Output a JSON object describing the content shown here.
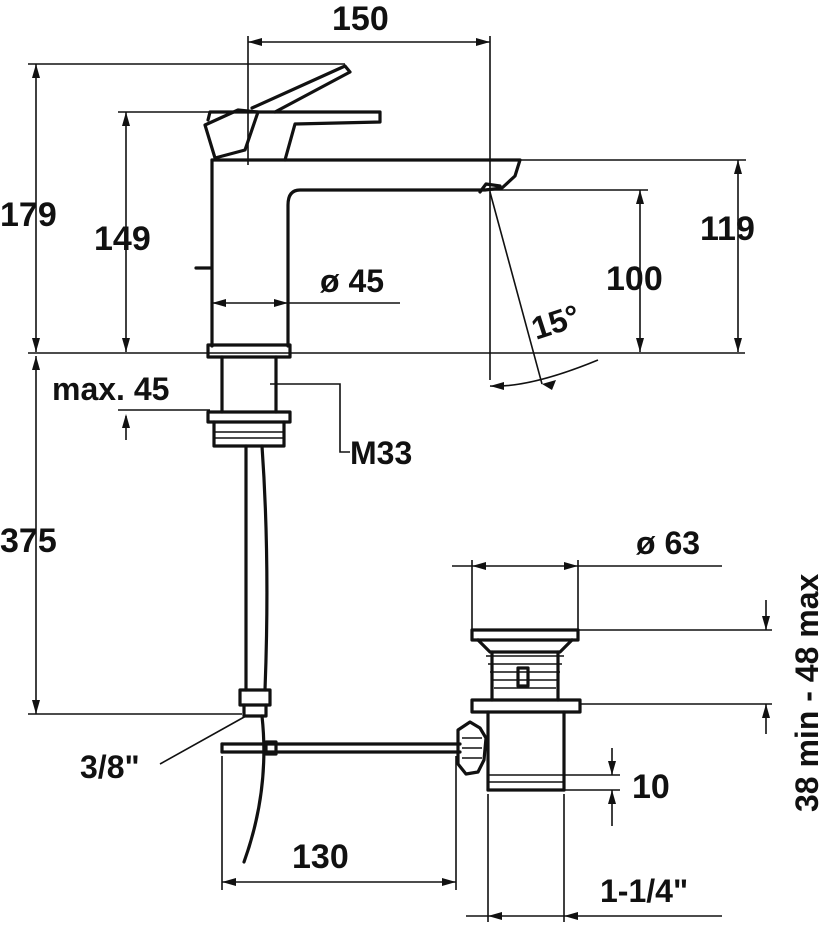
{
  "labels": {
    "width_150": "150",
    "height_179": "179",
    "height_149": "149",
    "height_119": "119",
    "height_100": "100",
    "angle_15": "15°",
    "dia_45": "ø 45",
    "max_45": "max. 45",
    "thread_m33": "M33",
    "length_375": "375",
    "hose_3_8": "3/8\"",
    "dia_63": "ø 63",
    "range_38_48": "38 min - 48 max",
    "dim_10": "10",
    "dim_130": "130",
    "thread_1_1_4": "1-1/4\""
  },
  "colors": {
    "line": "#111111",
    "background": "#ffffff"
  }
}
